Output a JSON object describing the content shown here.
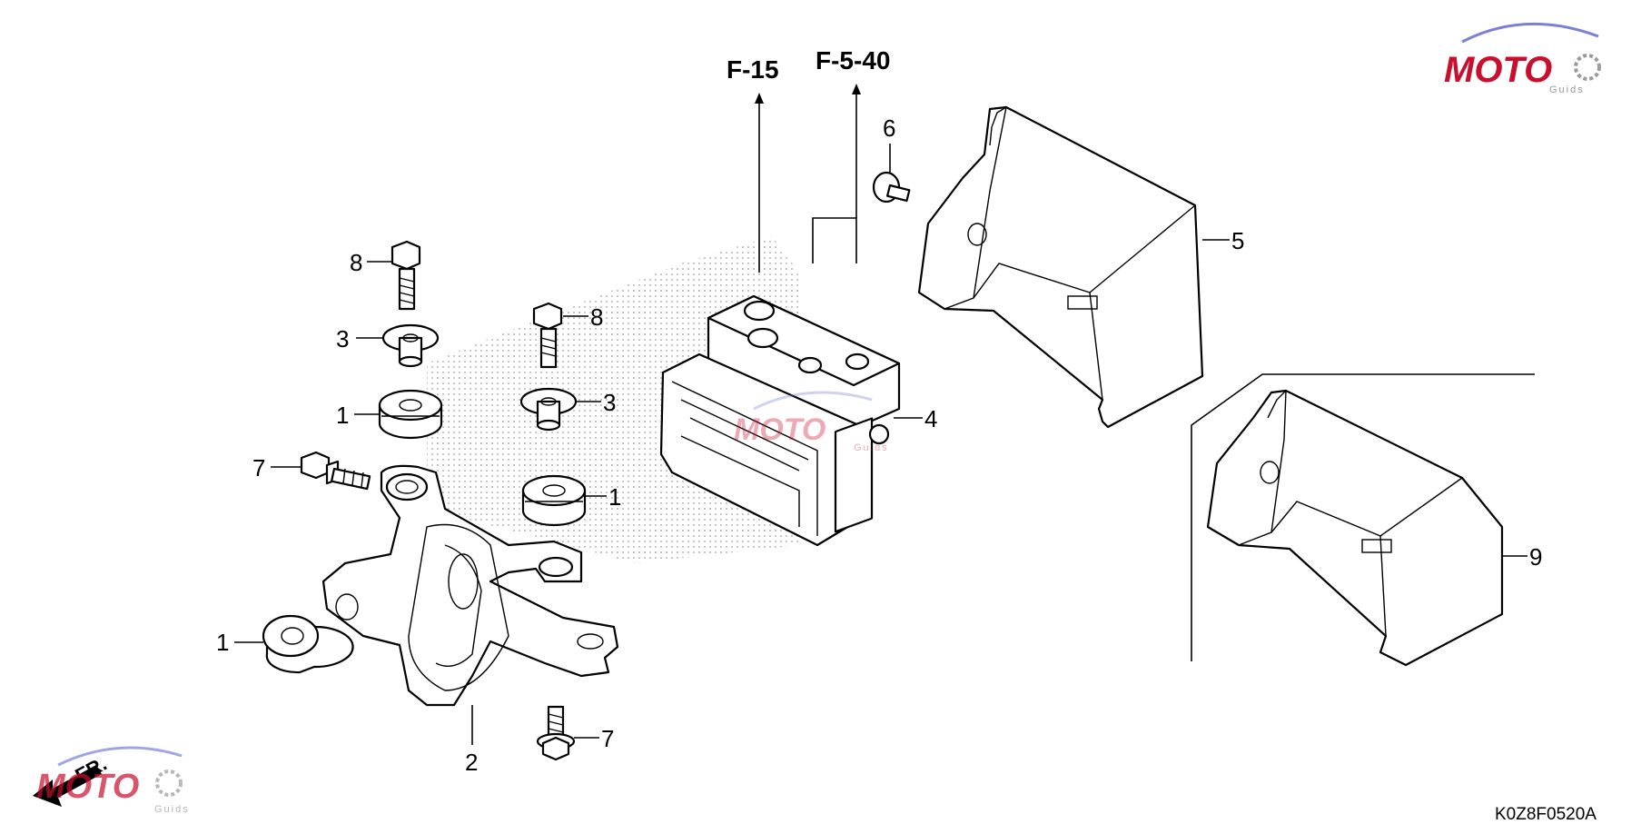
{
  "diagram": {
    "references": {
      "ref_1": "F-15",
      "ref_2": "F-5-40"
    },
    "callouts": {
      "c1_a": "1",
      "c1_b": "1",
      "c1_c": "1",
      "c2": "2",
      "c3_a": "3",
      "c3_b": "3",
      "c4": "4",
      "c5": "5",
      "c6": "6",
      "c7_a": "7",
      "c7_b": "7",
      "c8_a": "8",
      "c8_b": "8",
      "c9": "9"
    },
    "direction_label": "FR.",
    "drawing_code": "K0Z8F0520A"
  },
  "watermark": {
    "brand": "MOTO",
    "tagline": "Guids",
    "color_red": "#c8102e",
    "color_gray": "#9a9a9a",
    "color_blue": "#7b7fd6"
  }
}
